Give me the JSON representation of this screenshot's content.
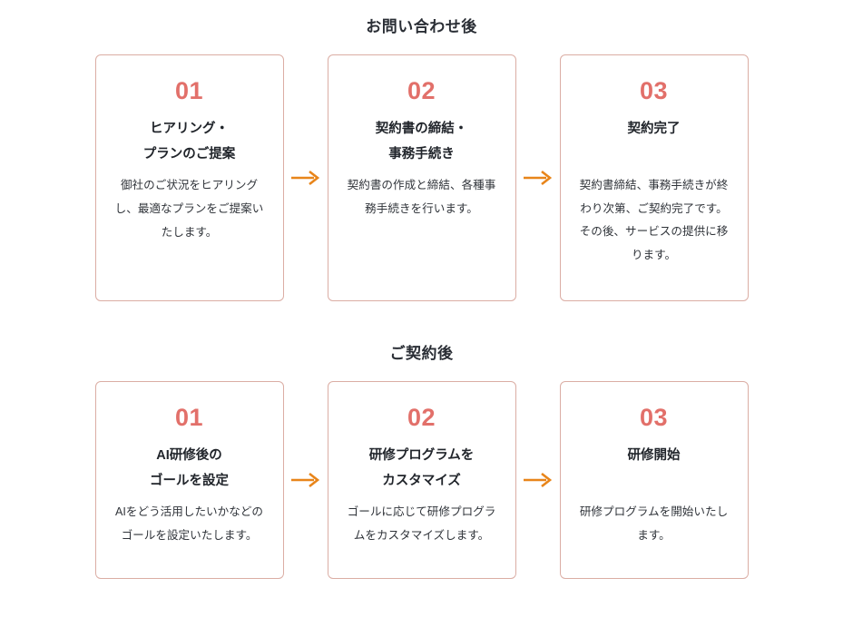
{
  "page": {
    "background": "#ffffff",
    "accent_number_color": "#e2706a",
    "card_border_color": "#dbada4",
    "arrow_color": "#e8851a",
    "text_color": "#2a2e35"
  },
  "sections": [
    {
      "title": "お問い合わせ後",
      "cards": [
        {
          "number": "01",
          "title_lines": [
            "ヒアリング・",
            "プランのご提案"
          ],
          "description": "御社のご状況をヒアリングし、最適なプランをご提案いたします。"
        },
        {
          "number": "02",
          "title_lines": [
            "契約書の締結・",
            "事務手続き"
          ],
          "description": "契約書の作成と締結、各種事務手続きを行います。"
        },
        {
          "number": "03",
          "title_lines": [
            "契約完了"
          ],
          "description": "契約書締結、事務手続きが終わり次第、ご契約完了です。その後、サービスの提供に移ります。"
        }
      ],
      "arrows": [
        "arrow-right-icon",
        "arrow-right-icon"
      ]
    },
    {
      "title": "ご契約後",
      "cards": [
        {
          "number": "01",
          "title_lines": [
            "AI研修後の",
            "ゴールを設定"
          ],
          "description": "AIをどう活用したいかなどのゴールを設定いたします。"
        },
        {
          "number": "02",
          "title_lines": [
            "研修プログラムを",
            "カスタマイズ"
          ],
          "description": "ゴールに応じて研修プログラムをカスタマイズします。"
        },
        {
          "number": "03",
          "title_lines": [
            "研修開始"
          ],
          "description": "研修プログラムを開始いたします。"
        }
      ],
      "arrows": [
        "arrow-right-icon",
        "arrow-right-icon"
      ]
    }
  ]
}
